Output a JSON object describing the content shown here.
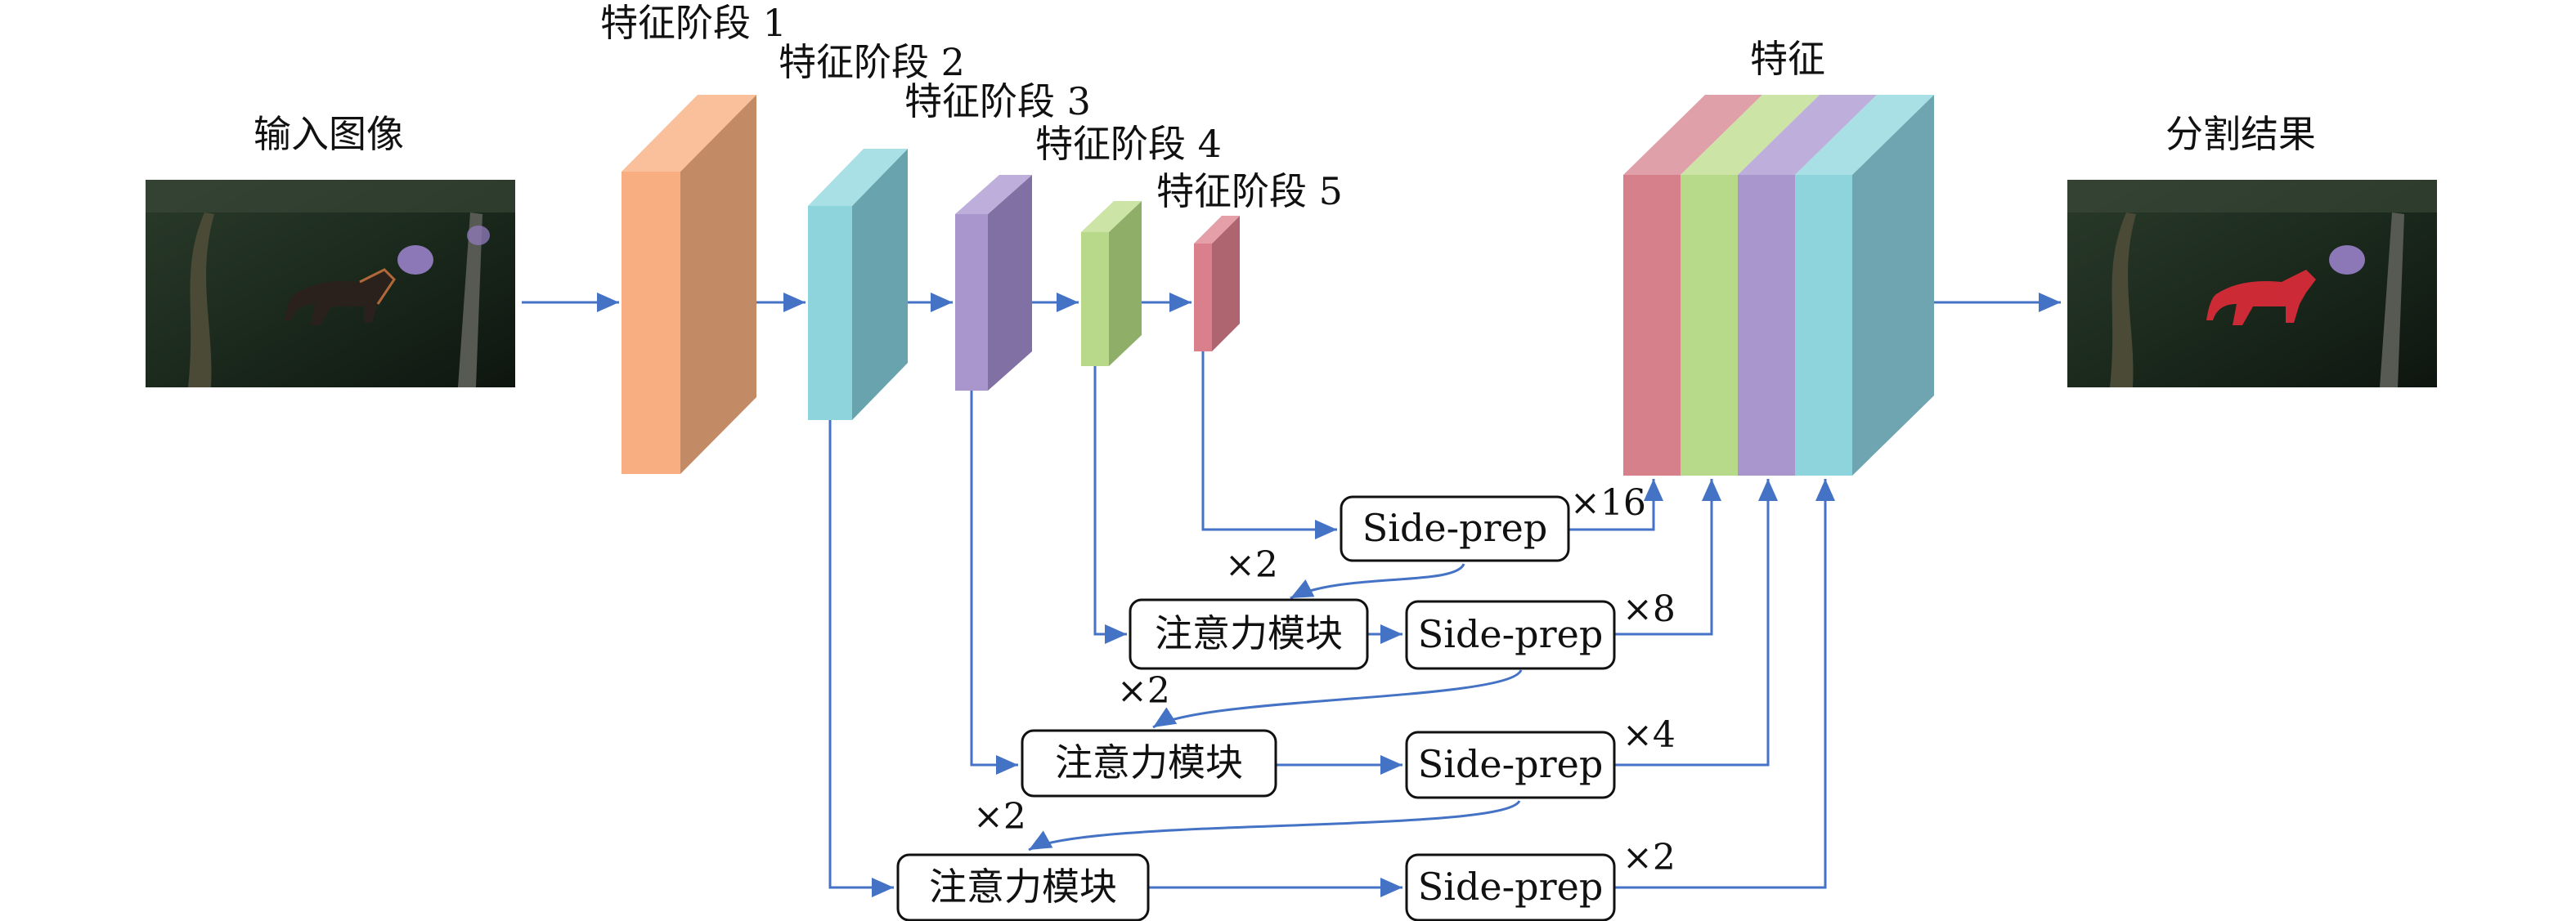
{
  "labels": {
    "input_image": "输入图像",
    "stage1": "特征阶段 1",
    "stage2": "特征阶段 2",
    "stage3": "特征阶段 3",
    "stage4": "特征阶段 4",
    "stage5": "特征阶段 5",
    "feature": "特征",
    "result": "分割结果"
  },
  "nodes": {
    "side_prep": "Side-prep",
    "attention": "注意力模块"
  },
  "multipliers": {
    "x16": "×16",
    "x8": "×8",
    "x4": "×4",
    "x2": "×2"
  },
  "colors": {
    "stage1": "#F2A77C",
    "stage2": "#8ED4DC",
    "stage3": "#A896CC",
    "stage4": "#B8D98A",
    "stage5": "#D9808C",
    "arrow": "#4472C4"
  }
}
